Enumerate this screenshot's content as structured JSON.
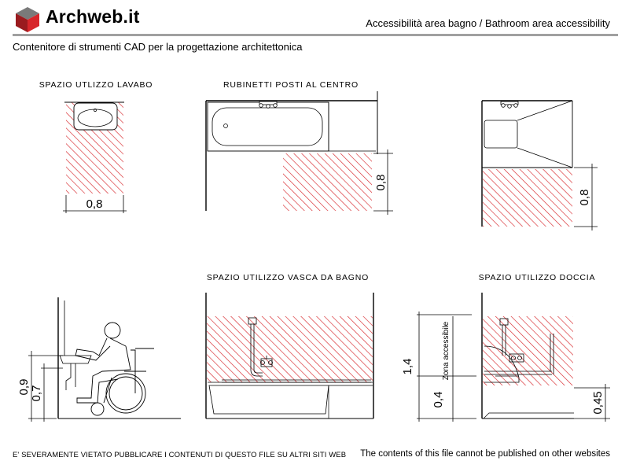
{
  "header": {
    "brand": "Archweb.it",
    "title": "Accessibilità area bagno  /  Bathroom area accessibility",
    "subtitle": "Contenitore di strumenti CAD per la progettazione architettonica"
  },
  "colors": {
    "hatch": "#d7262b",
    "logo_dark": "#9a1b1f",
    "logo_red": "#d7262b",
    "logo_grey": "#7a7a7a",
    "rule": "#a0a0a0"
  },
  "drawing": {
    "labels": {
      "washbasin": "SPAZIO UTLIZZO LAVABO",
      "central_taps": "RUBINETTI POSTI AL CENTRO",
      "bathtub": "SPAZIO UTILIZZO VASCA DA BAGNO",
      "shower": "SPAZIO UTILIZZO DOCCIA",
      "accessible_zone": "Zona accessibile"
    },
    "dimensions": {
      "washbasin_width": "0,8",
      "tub_depth": "0,8",
      "corner_depth": "0,8",
      "height_09": "0,9",
      "height_07": "0,7",
      "height_14": "1,4",
      "height_04": "0,4",
      "height_045": "0,45"
    }
  },
  "footer": {
    "left": "E' SEVERAMENTE VIETATO PUBBLICARE I CONTENUTI DI QUESTO FILE SU ALTRI SITI WEB",
    "right": "The contents of this file cannot be published on other websites"
  }
}
